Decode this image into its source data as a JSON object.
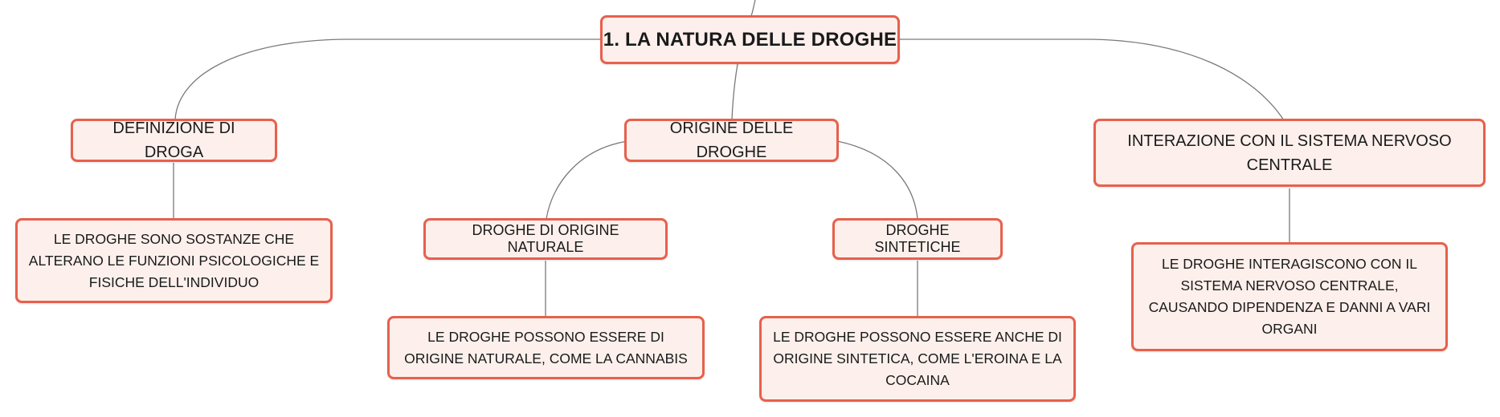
{
  "diagram": {
    "root": {
      "label": "1. LA NATURA DELLE DROGHE"
    },
    "branches": [
      {
        "label": "DEFINIZIONE DI DROGA",
        "leaf": "LE DROGHE SONO SOSTANZE CHE ALTERANO LE FUNZIONI PSICOLOGICHE E FISICHE DELL'INDIVIDUO"
      },
      {
        "label": "ORIGINE DELLE DROGHE",
        "children": [
          {
            "label": "DROGHE DI ORIGINE NATURALE",
            "leaf": "LE DROGHE POSSONO ESSERE DI ORIGINE NATURALE, COME LA CANNABIS"
          },
          {
            "label": "DROGHE SINTETICHE",
            "leaf": "LE DROGHE POSSONO ESSERE ANCHE DI ORIGINE SINTETICA, COME L'EROINA E LA COCAINA"
          }
        ]
      },
      {
        "label": "INTERAZIONE CON IL SISTEMA NERVOSO CENTRALE",
        "leaf": "LE DROGHE INTERAGISCONO CON IL SISTEMA NERVOSO CENTRALE, CAUSANDO DIPENDENZA E DANNI A VARI ORGANI"
      }
    ]
  },
  "colors": {
    "node_border": "#e8604c",
    "node_fill": "#fdf0ec",
    "connector": "#7a7a7a"
  }
}
